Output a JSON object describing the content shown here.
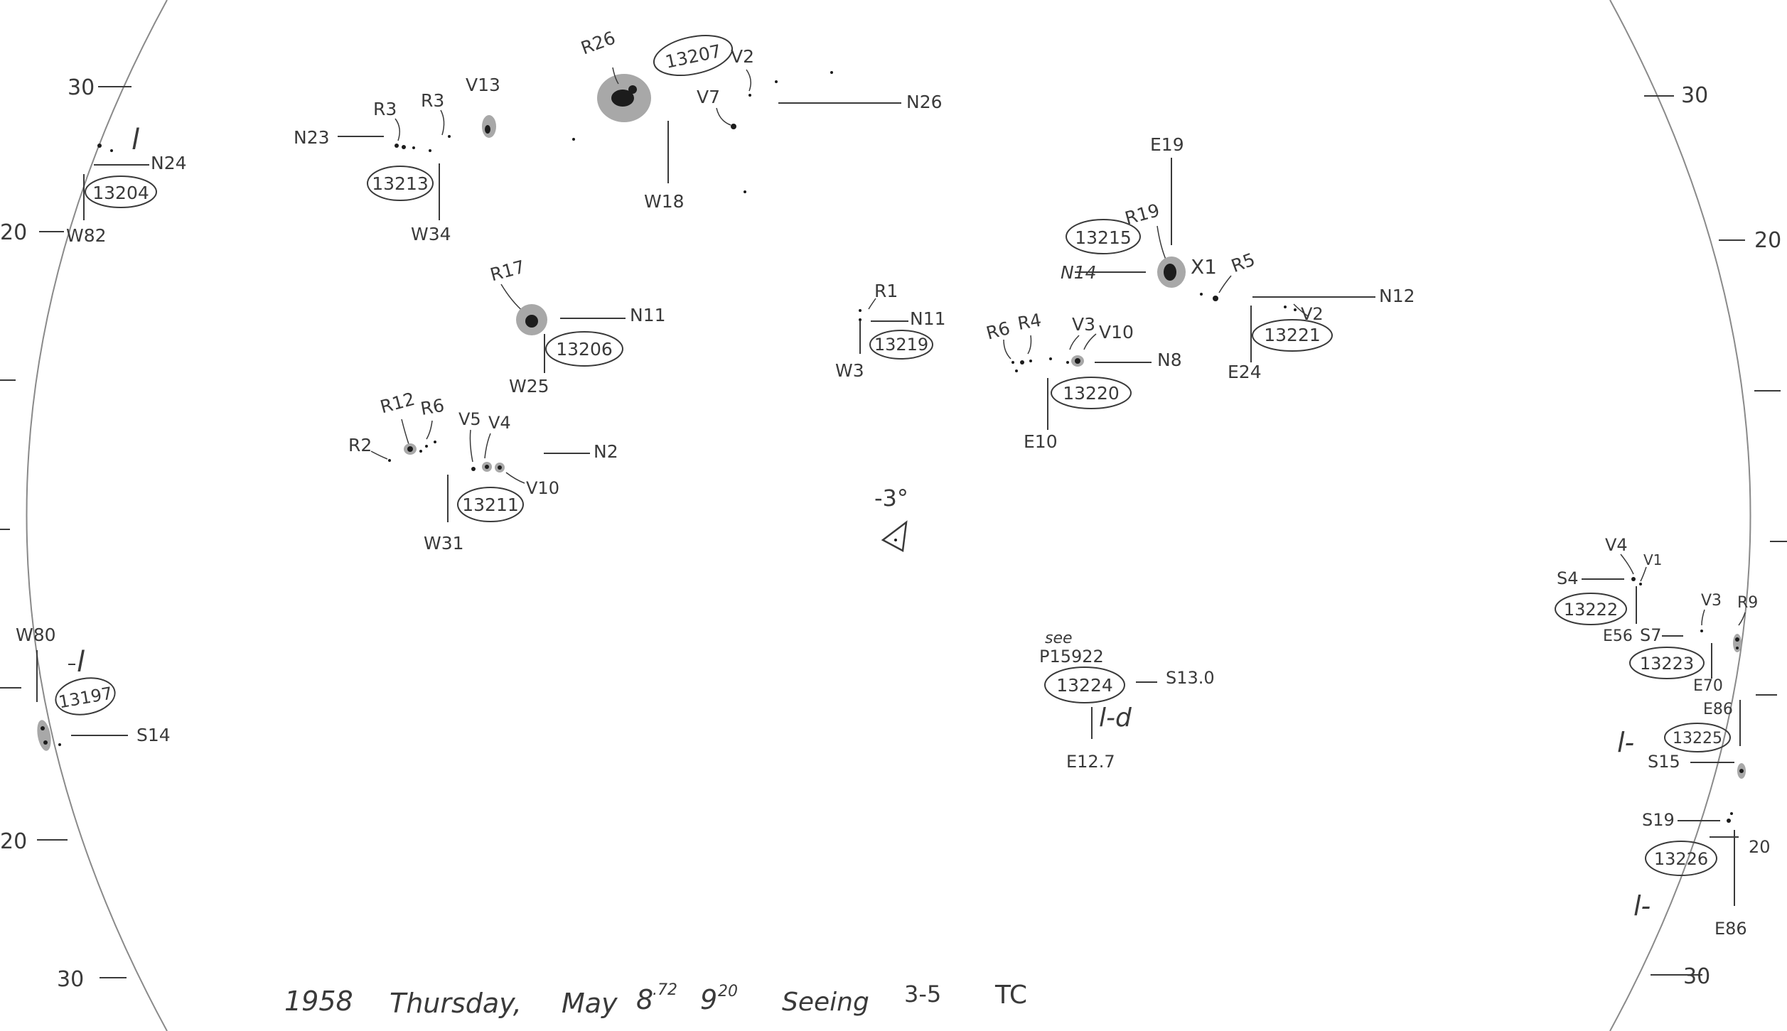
{
  "colors": {
    "paper": "#ffffff",
    "pencil": "#3a3a3a",
    "pencil_light": "#8a8a8a",
    "spot_shade": "#a8a8a8",
    "spot_core": "#1c1c1c"
  },
  "limb_marks": {
    "left": [
      "30",
      "20",
      "20",
      "30"
    ],
    "right": [
      "30",
      "20",
      "30"
    ]
  },
  "groups": [
    {
      "number": "13204",
      "labels": [
        "l",
        "N24",
        "W82"
      ]
    },
    {
      "number": "13213",
      "labels": [
        "N23",
        "R3",
        "R3",
        "V13",
        "W34"
      ]
    },
    {
      "number": "13207",
      "labels": [
        "R26",
        "V2",
        "V7",
        "N26",
        "W18"
      ]
    },
    {
      "number": "13215",
      "labels": [
        "E19",
        "R19",
        "X1",
        "N14",
        "R5"
      ]
    },
    {
      "number": "13206",
      "labels": [
        "R17",
        "N11",
        "W25"
      ]
    },
    {
      "number": "13219",
      "labels": [
        "R1",
        "N11",
        "W3"
      ]
    },
    {
      "number": "13220",
      "labels": [
        "R6",
        "R4",
        "V3",
        "V10",
        "N8",
        "E10"
      ]
    },
    {
      "number": "13221",
      "labels": [
        "V2",
        "N12",
        "E24"
      ]
    },
    {
      "number": "13211",
      "labels": [
        "R12",
        "R6",
        "R2",
        "V5",
        "V4",
        "N2",
        "V10",
        "W31"
      ]
    },
    {
      "number": "13197",
      "labels": [
        "W80",
        "l",
        "S14"
      ]
    },
    {
      "number": "13224",
      "labels": [
        "see",
        "P15922",
        "S13.0",
        "l-d",
        "E12.7"
      ]
    },
    {
      "number": "13222",
      "labels": [
        "V4",
        "V1",
        "S4",
        "E56"
      ]
    },
    {
      "number": "13223",
      "labels": [
        "S7",
        "V3",
        "R9",
        "E70"
      ]
    },
    {
      "number": "13225",
      "labels": [
        "E86",
        "l-",
        "S15"
      ]
    },
    {
      "number": "13226",
      "labels": [
        "S19",
        "20",
        "l-",
        "E86"
      ]
    }
  ],
  "misc": {
    "delta_angle": "-3°"
  },
  "footer": {
    "year": "1958",
    "weekday": "Thursday,",
    "month": "May",
    "day": "8",
    "day_sup": ".72",
    "time": "9",
    "time_sup": "20",
    "seeing_label": "Seeing",
    "seeing_value": "3-5",
    "observer": "TC"
  }
}
